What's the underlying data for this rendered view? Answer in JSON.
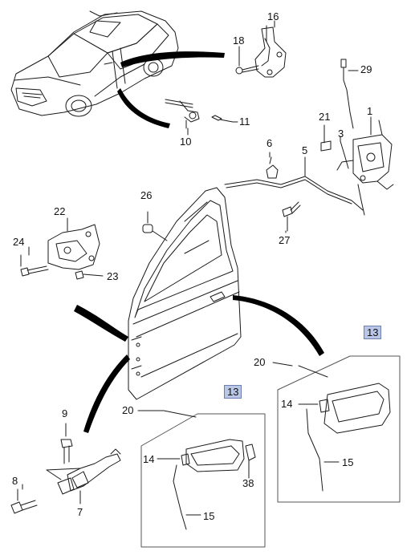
{
  "callouts": {
    "c1": "1",
    "c3": "3",
    "c5": "5",
    "c6": "6",
    "c7": "7",
    "c8": "8",
    "c9": "9",
    "c10": "10",
    "c11": "11",
    "c13a": "13",
    "c13b": "13",
    "c14a": "14",
    "c14b": "14",
    "c15a": "15",
    "c15b": "15",
    "c16": "16",
    "c18": "18",
    "c20a": "20",
    "c20b": "20",
    "c21": "21",
    "c22": "22",
    "c23": "23",
    "c24": "24",
    "c26": "26",
    "c27": "27",
    "c29": "29",
    "c38": "38"
  },
  "colors": {
    "line": "#1a1a1a",
    "pointer": "#000000",
    "callout_box_fill": "#b9c6e6",
    "callout_box_border": "#6b7fb0",
    "detail_panel_border": "#555555"
  }
}
